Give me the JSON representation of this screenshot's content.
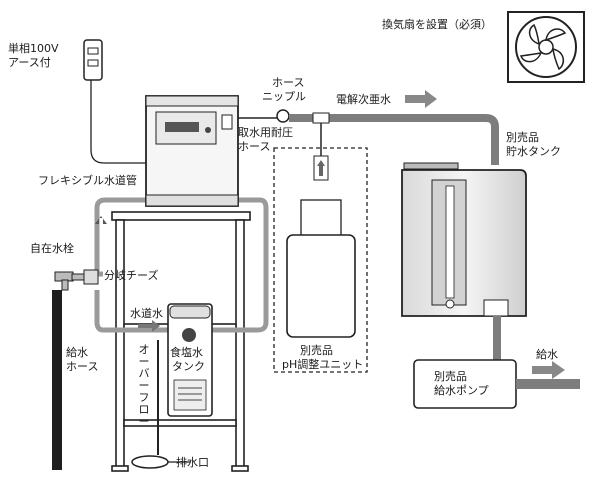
{
  "labels": {
    "fan": "換気扇を設置（必須）",
    "power": [
      "単相100V",
      "アース付"
    ],
    "hose_nipple": [
      "ホース",
      "ニップル"
    ],
    "electrolyzed_water": "電解次亜水",
    "intake_hose": [
      "取水用耐圧",
      "ホース"
    ],
    "storage_tank": [
      "別売品",
      "貯水タンク"
    ],
    "flex_pipe": "フレキシブル水道管",
    "faucet": "自在水栓",
    "branch_tee": "分岐チーズ",
    "tap_water": "水道水",
    "supply_hose": [
      "給水",
      "ホース"
    ],
    "overflow": "オーバーフロー",
    "brine_tank": [
      "食塩水",
      "タンク"
    ],
    "ph_unit": [
      "別売品",
      "pH調整ユニット"
    ],
    "supply_pump": [
      "別売品",
      "給水ポンプ"
    ],
    "water_supply": "給水",
    "drain": "排水口"
  },
  "colors": {
    "pipe": "#8c8c8c",
    "pipe_dark": "#6e6e6e",
    "line": "#222222",
    "panel": "#f2f2f2",
    "tank": "#e8e8e8"
  }
}
